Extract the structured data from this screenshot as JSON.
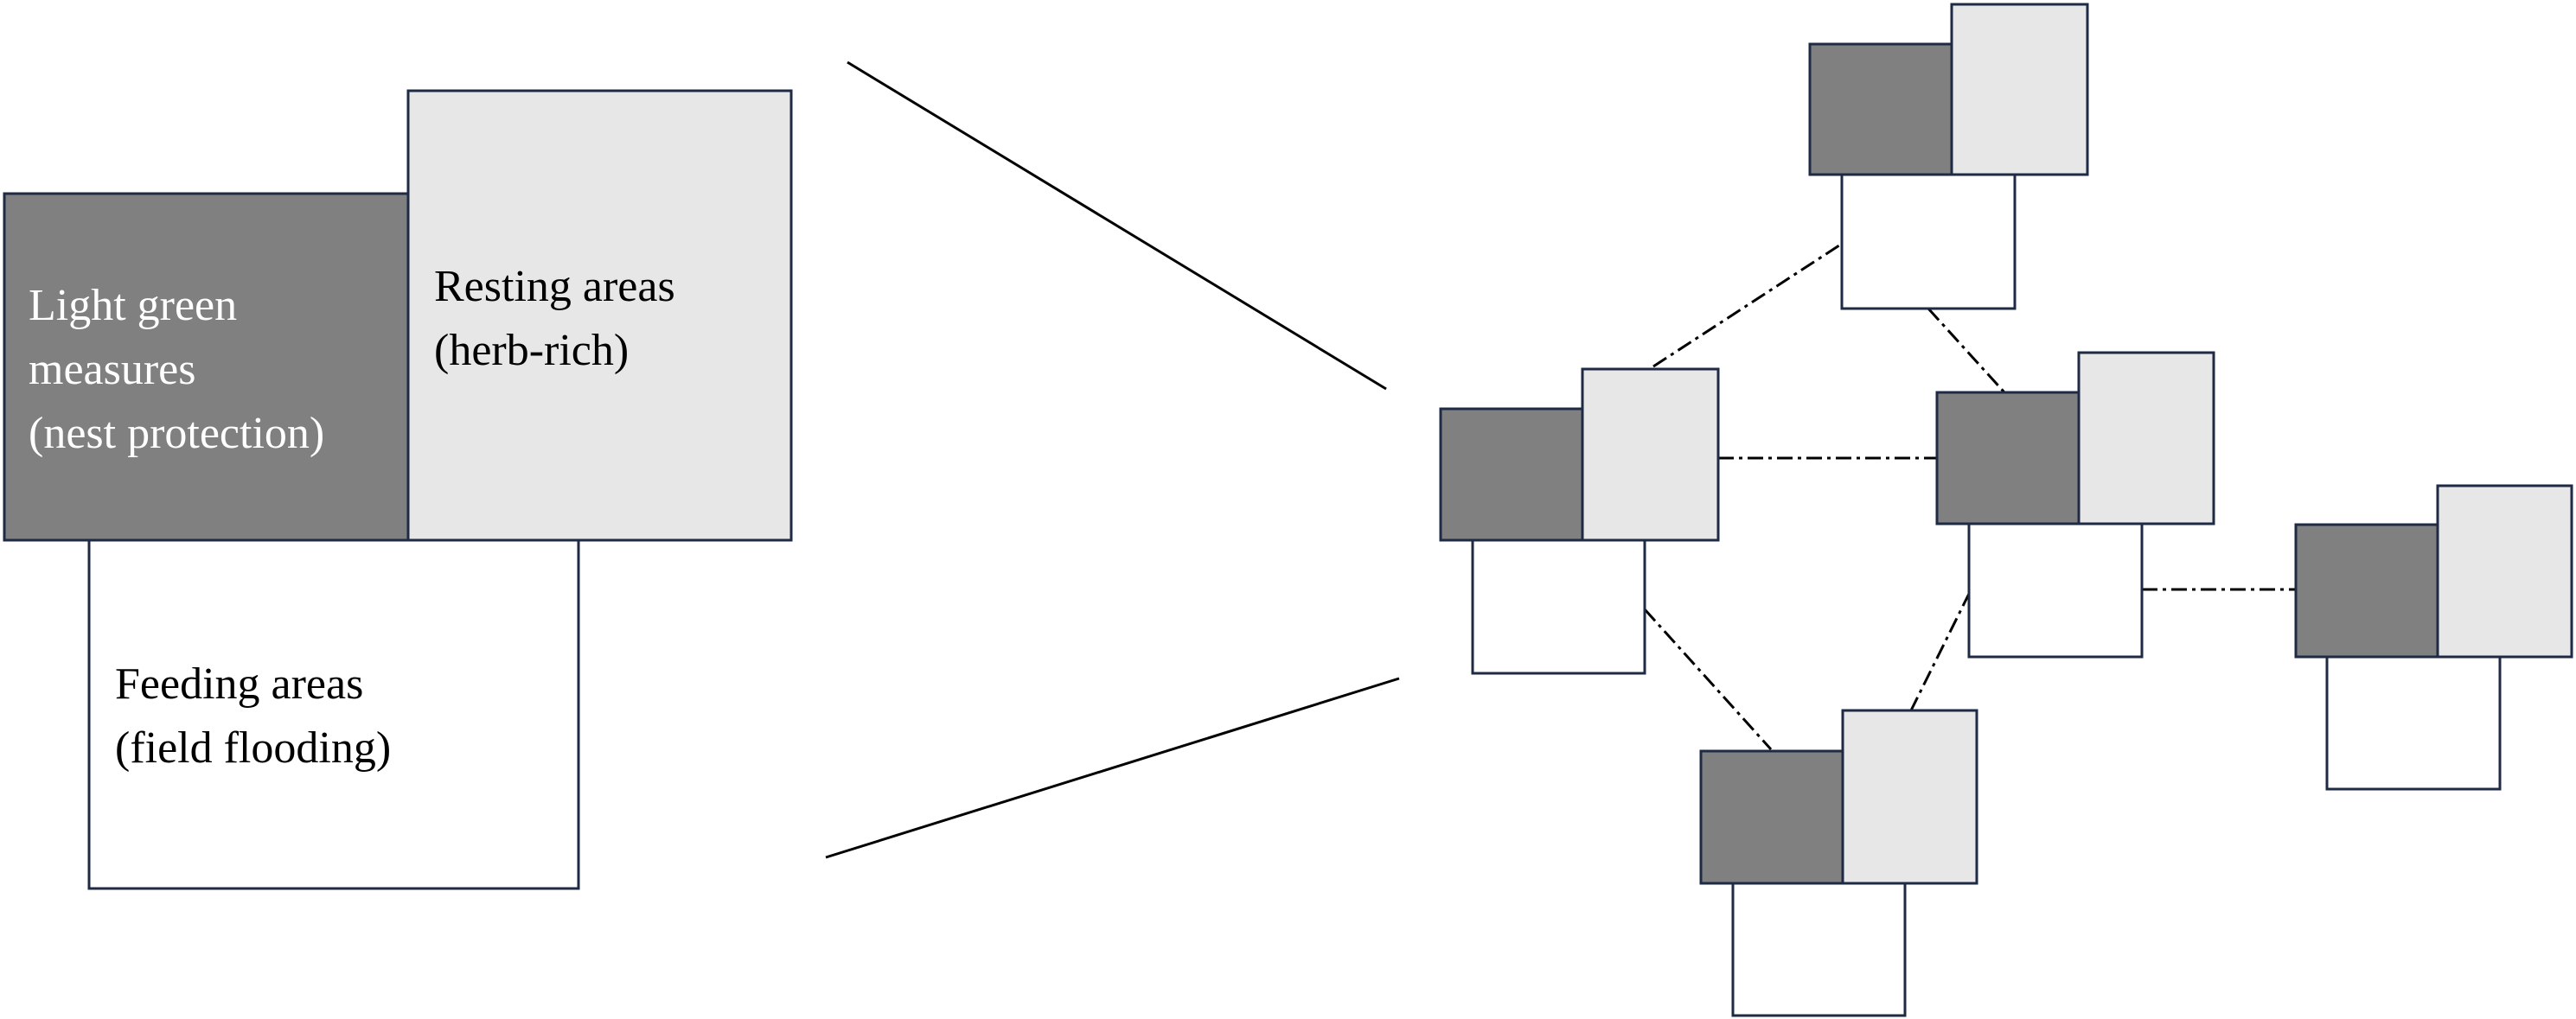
{
  "labels": {
    "light_green": [
      "Light green",
      "measures",
      "(nest protection)"
    ],
    "resting": [
      "Resting areas",
      "(herb-rich)"
    ],
    "feeding": [
      "Feeding areas",
      "(field flooding)"
    ]
  },
  "colors": {
    "dark_fill": "#808080",
    "light_fill": "#e7e7e7",
    "white_fill": "#ffffff",
    "border": "#1f2a44",
    "line": "#000000"
  },
  "network": {
    "nodes": [
      "top",
      "left",
      "center",
      "right",
      "bottom"
    ],
    "links": [
      [
        "left",
        "top"
      ],
      [
        "top",
        "center"
      ],
      [
        "left",
        "center"
      ],
      [
        "center",
        "right"
      ],
      [
        "left",
        "bottom"
      ],
      [
        "center",
        "bottom"
      ]
    ]
  }
}
